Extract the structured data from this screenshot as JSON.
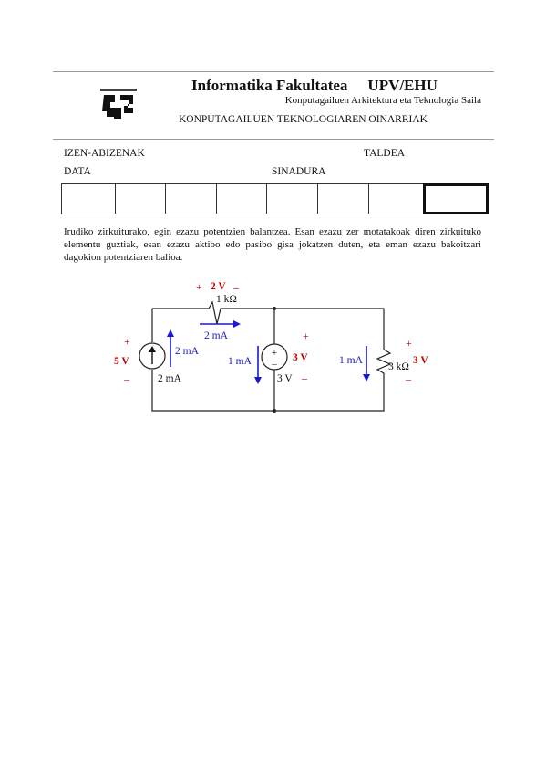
{
  "header": {
    "faculty": "Informatika Fakultatea",
    "university": "UPV/EHU",
    "department": "Konputagailuen Arkitektura eta Teknologia Saila",
    "course": "KONPUTAGAILUEN TEKNOLOGIAREN OINARRIAK"
  },
  "form": {
    "name_label": "IZEN-ABIZENAK",
    "group_label": "TALDEA",
    "date_label": "DATA",
    "signature_label": "SINADURA"
  },
  "question": {
    "text": "Irudiko zirkuiturako, egin ezazu potentzien balantzea. Esan ezazu zer motatakoak diren zirkuituko elementu guztiak, esan ezazu aktibo edo pasibo gisa jokatzen duten, eta eman ezazu bakoitzari dagokion potentziaren balioa."
  },
  "circuit": {
    "r1_label": "1 kΩ",
    "r1_voltage": "2 V",
    "r2_label": "3 kΩ",
    "r2_voltage": "3 V",
    "current_top": "2 mA",
    "current_left": "2 mA",
    "source_i_label": "2 mA",
    "source_i_voltage": "5 V",
    "source_v_label": "3 V",
    "source_v_voltage": "3 V",
    "current_mid": "1 mA",
    "current_right": "1 mA",
    "plus": "+",
    "minus": "–",
    "colors": {
      "voltage": "#c00000",
      "current": "#1a1acc"
    }
  }
}
